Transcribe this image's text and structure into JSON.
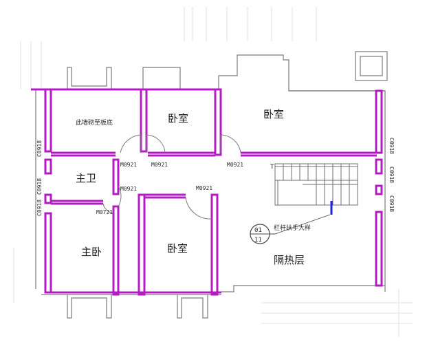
{
  "colors": {
    "wall": "#b21cc1",
    "line": "#6e6e6e",
    "faint": "#d9d9d9",
    "text": "#1a1a1a"
  },
  "rooms": {
    "bedroom_top_left": "卧室",
    "bedroom_top_right": "卧室",
    "master_bath": "主卫",
    "master_bedroom": "主卧",
    "bedroom_bottom": "卧室",
    "insulation": "隔热层"
  },
  "notes": {
    "wall_note": "此墙砌至板底",
    "railing_note": "栏杆扶手大样"
  },
  "doors": {
    "d1": "M0921",
    "d2": "M0921",
    "d3": "M0921",
    "d4": "M0921",
    "d5": "M0721",
    "d6": "M0921"
  },
  "windows": {
    "w_left_1": "C0918",
    "w_left_2": "C0918",
    "w_left_3": "C0918",
    "w_right_1": "C0918",
    "w_right_2": "C0918",
    "w_right_3": "C0918"
  },
  "detail_marker": {
    "top": "01",
    "bottom": "11"
  },
  "stair_marker": "T"
}
